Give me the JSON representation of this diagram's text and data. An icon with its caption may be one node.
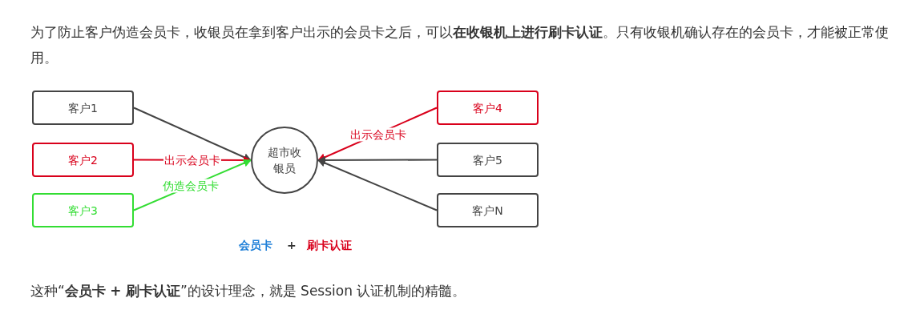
{
  "diagram": {
    "nodes": [
      {
        "text": [
          "客户1"
        ]
      },
      {
        "text": [
          "客户2"
        ]
      },
      {
        "text": [
          "客户3"
        ]
      },
      {
        "text": [
          "超市收银员"
        ]
      },
      {
        "text": [
          "客户4"
        ]
      },
      {
        "text": [
          "客户5"
        ]
      },
      {
        "text": [
          "客户N"
        ]
      }
    ],
    "edges": [
      {
        "from": 0,
        "to": 3,
        "arrow": "to"
      },
      {
        "from": 1,
        "to": 3,
        "arrow": "to",
        "label": "出示会员卡",
        "color": "#d9001b"
      },
      {
        "from": 2,
        "to": 3,
        "arrow": "to",
        "label": "伪造会员卡",
        "color": "#33dd33"
      },
      {
        "from": 4,
        "to": 3,
        "arrow": "to",
        "label": "出示会员卡",
        "color": "#d9001b"
      },
      {
        "from": 5,
        "to": 3,
        "arrow": "to"
      },
      {
        "from": 6,
        "to": 3,
        "arrow": "to"
      }
    ],
    "labels": [
      "为了防止客户伪造会员卡，收银员在拿到客户出示的会员卡之后，可以**在收银机上进行刷卡认证**。只有收银机确认存在的会员卡，才能被正常使用。",
      "会员卡",
      "+",
      "刷卡认证",
      "这种“**会员卡** **+** **刷卡认证**”的设计理念，就是 Session 认证机制的精髓。"
    ]
  }
}
